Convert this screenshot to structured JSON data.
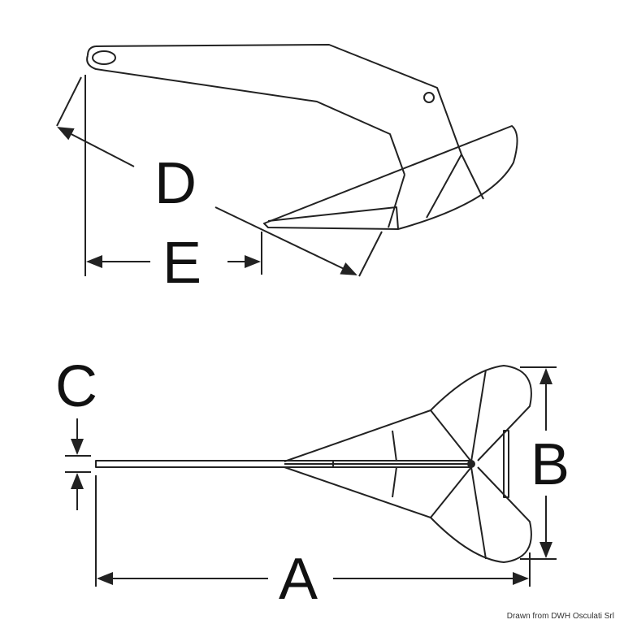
{
  "labels": {
    "a": "A",
    "b": "B",
    "c": "C",
    "d": "D",
    "e": "E"
  },
  "credit": "Drawn from DWH Osculati Srl",
  "colors": {
    "line": "#222222",
    "background": "#ffffff"
  }
}
